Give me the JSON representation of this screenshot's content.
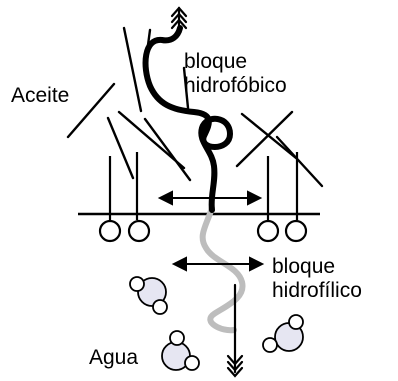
{
  "labels": {
    "oil": "Aceite",
    "hydrophobic_block": {
      "line1": "bloque",
      "line2": "hidrofóbico"
    },
    "hydrophilic_block": {
      "line1": "bloque",
      "line2": "hidrofílico"
    },
    "water": "Agua"
  },
  "colors": {
    "ink": "#000000",
    "hydrophilic_chain": "#bdbdbd",
    "water_fill": "#e6e6f2",
    "background": "#ffffff"
  },
  "icons": {
    "chain_top_end": "triple-chevron-up-arrow",
    "chain_bottom_end": "triple-chevron-down-arrow",
    "lateral_motion": "double-headed-arrow"
  }
}
